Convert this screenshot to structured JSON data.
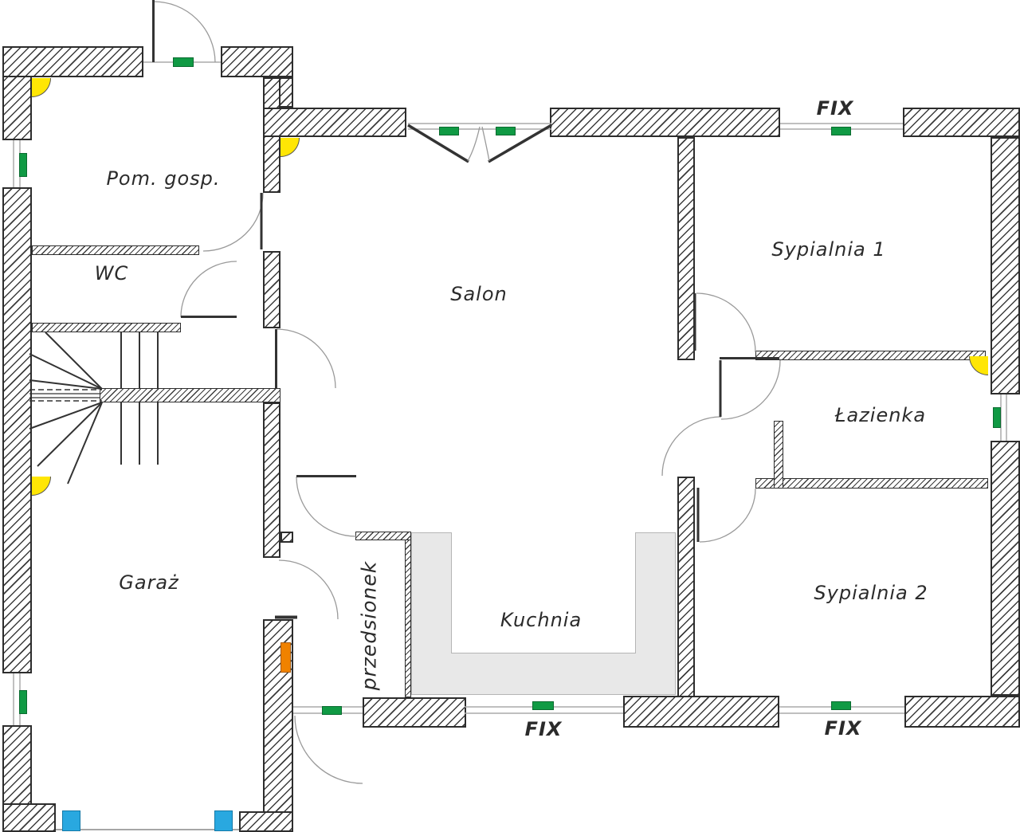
{
  "plan": {
    "type": "floor-plan",
    "language": "pl",
    "rooms": {
      "pom_gosp": {
        "label": "Pom. gosp."
      },
      "wc": {
        "label": "WC"
      },
      "salon": {
        "label": "Salon"
      },
      "garaz": {
        "label": "Garaż"
      },
      "kuchnia": {
        "label": "Kuchnia"
      },
      "przedsionek": {
        "label": "przedsionek"
      },
      "sypialnia1": {
        "label": "Sypialnia 1"
      },
      "lazienka": {
        "label": "Łazienka"
      },
      "sypialnia2": {
        "label": "Sypialnia 2"
      }
    },
    "fix": {
      "top": "FIX",
      "bottom_center": "FIX",
      "bottom_right": "FIX"
    },
    "colors": {
      "window_green": "#109a44",
      "corner_marker_yellow": "#ffe605",
      "garage_post_blue": "#29a8e0",
      "flue_orange": "#f08200",
      "counter_gray": "#e8e8e8",
      "wall_line": "#2d2d2d",
      "door_swing_gray": "#9a9a9a"
    },
    "symbols": {
      "window_count": 10,
      "fixed_window_count": 3,
      "door_count": 12,
      "stair": "winder staircase, lower-left",
      "double_door": "salon top entrance"
    }
  }
}
